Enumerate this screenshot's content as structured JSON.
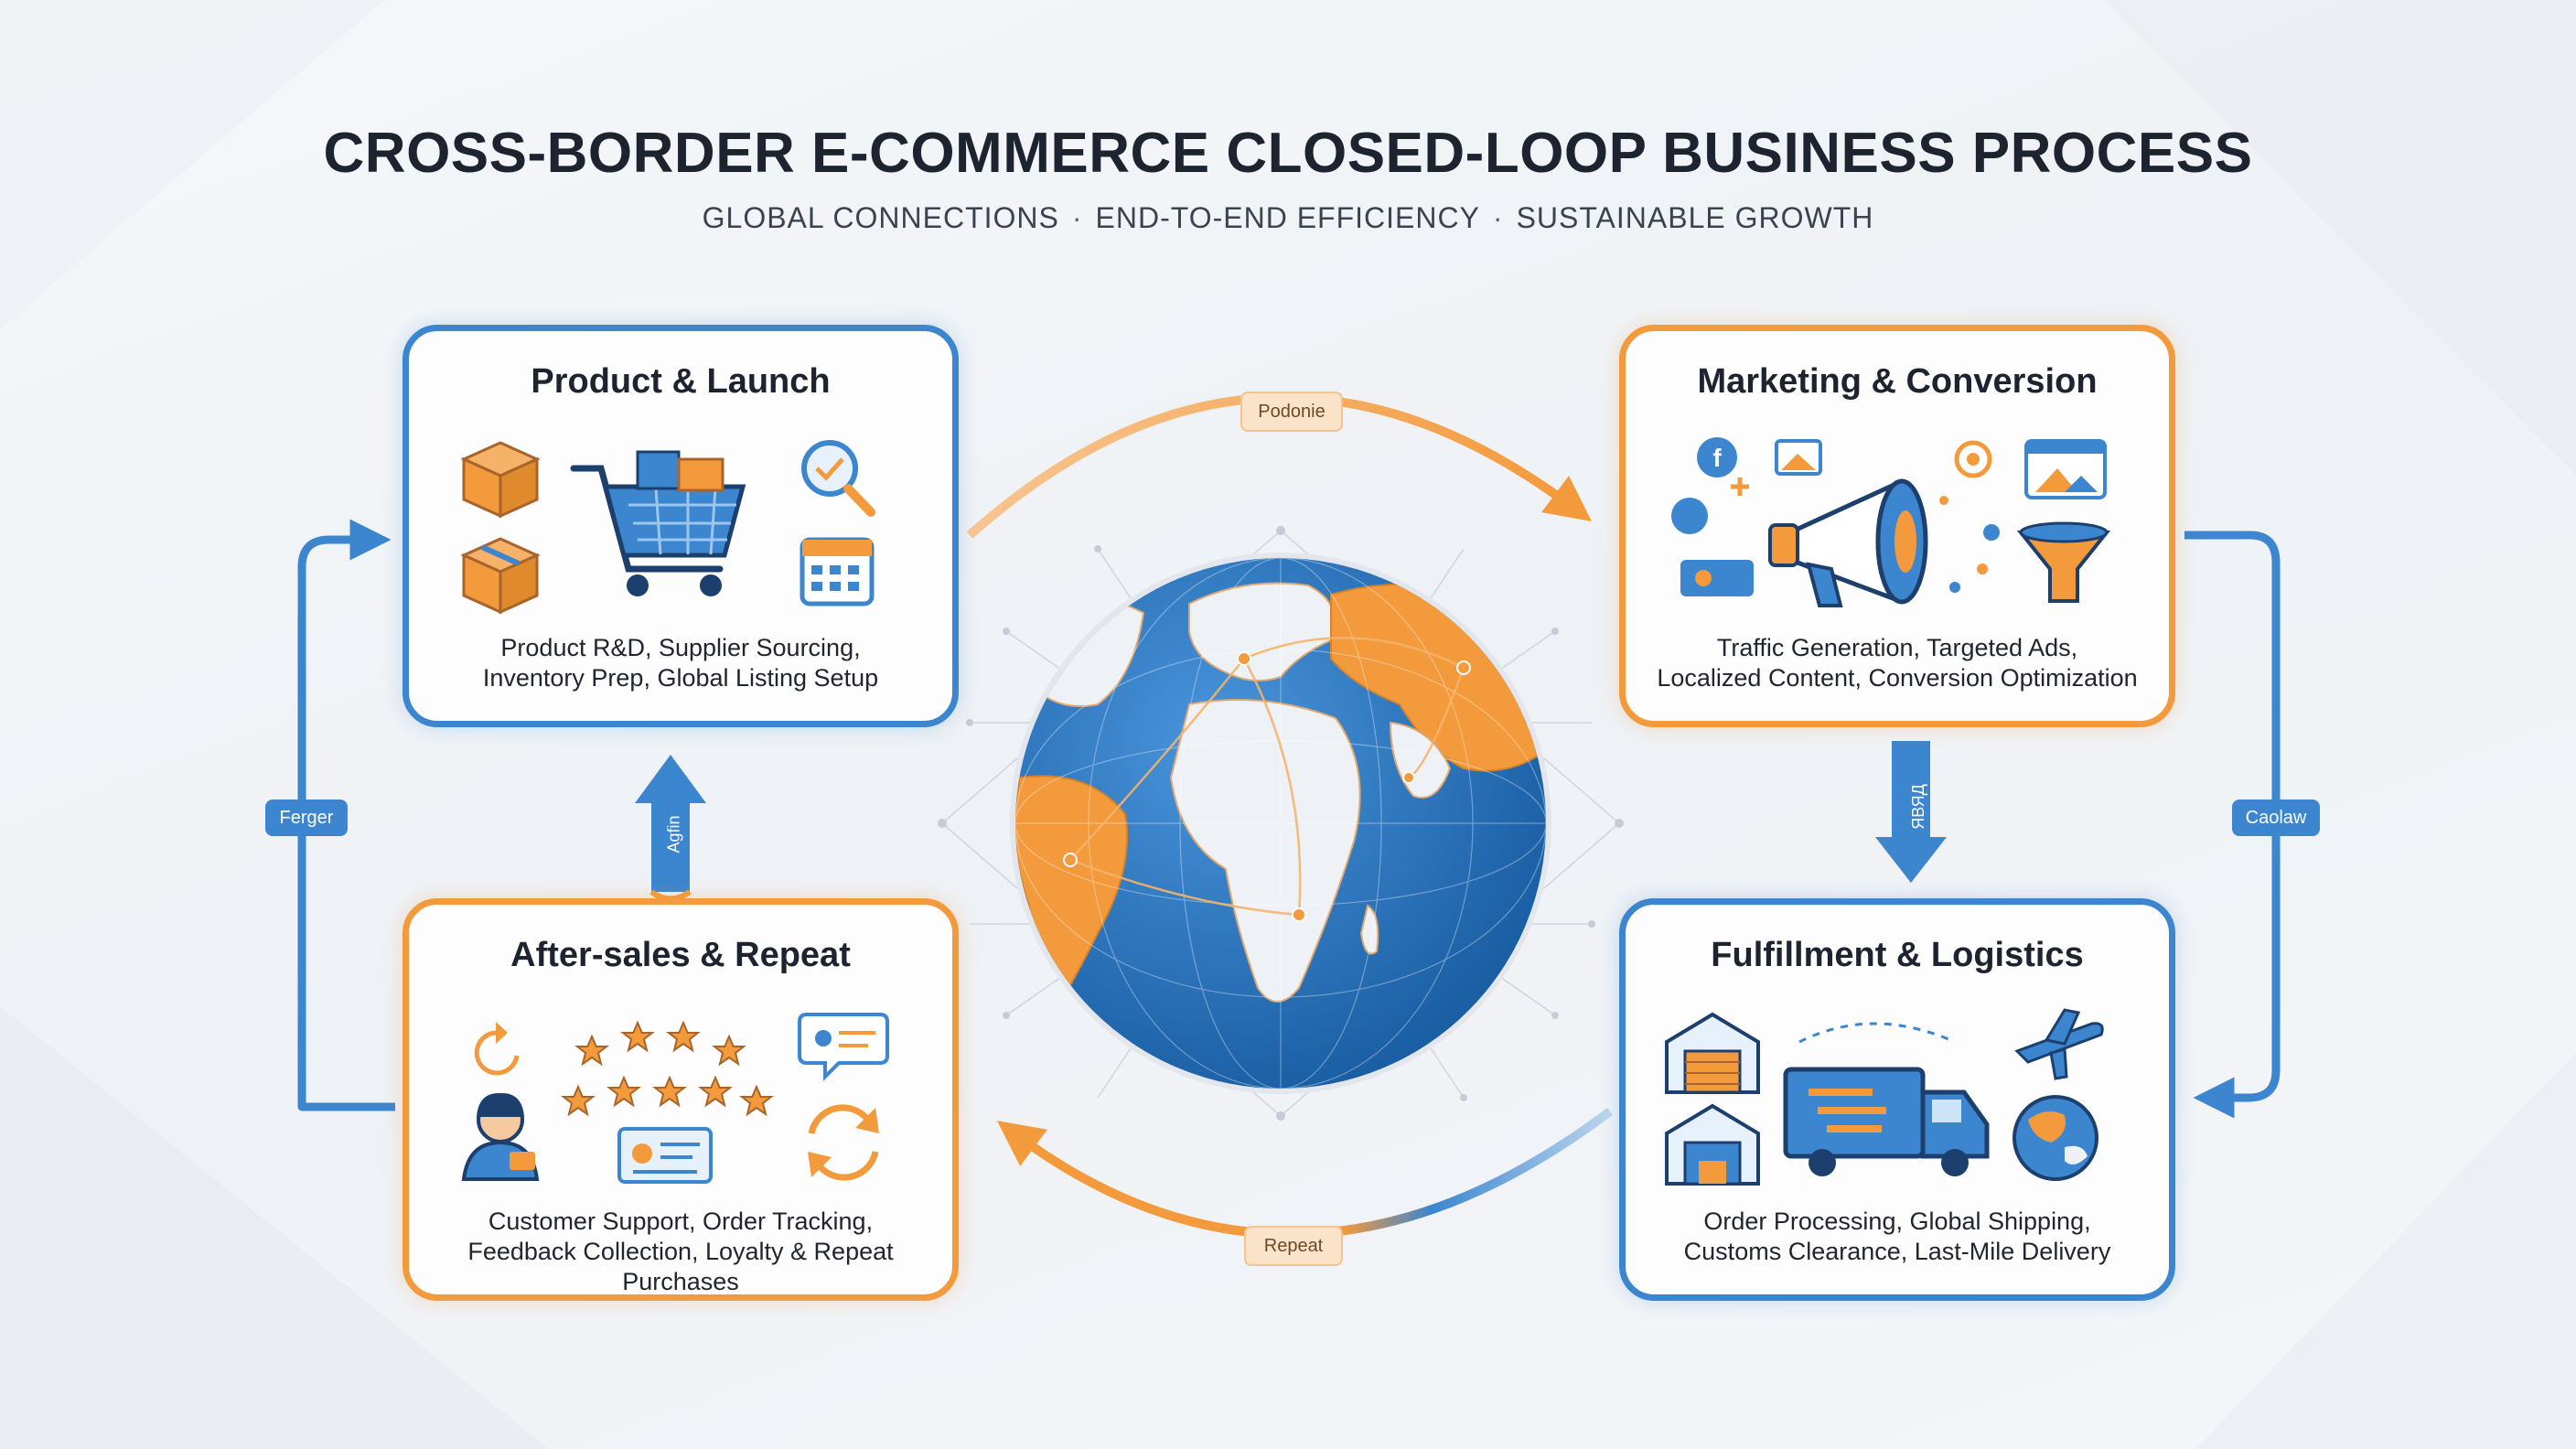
{
  "title": "CROSS-BORDER E-COMMERCE CLOSED-LOOP BUSINESS PROCESS",
  "subtitle": {
    "part1": "GLOBAL CONNECTIONS",
    "part2": "END-TO-END EFFICIENCY",
    "part3": "SUSTAINABLE GROWTH",
    "separator": "·"
  },
  "colors": {
    "blue": "#3b86cf",
    "orange": "#f39a3c",
    "ocean": "#1f6fb8",
    "land_light": "#eef1f5",
    "land_orange": "#f39a3c"
  },
  "cards": {
    "product": {
      "title": "Product & Launch",
      "desc_line1": "Product R&D, Supplier Sourcing,",
      "desc_line2": "Inventory Prep, Global Listing Setup",
      "icons": [
        "box-icon",
        "cart-icon",
        "magnifier-icon",
        "calendar-icon"
      ]
    },
    "marketing": {
      "title": "Marketing & Conversion",
      "desc_line1": "Traffic Generation, Targeted Ads,",
      "desc_line2": "Localized Content, Conversion Optimization",
      "icons": [
        "social-icon",
        "megaphone-icon",
        "browser-icon",
        "funnel-icon"
      ]
    },
    "fulfillment": {
      "title": "Fulfillment & Logistics",
      "desc_line1": "Order Processing, Global Shipping,",
      "desc_line2": "Customs Clearance, Last-Mile Delivery",
      "icons": [
        "warehouse-icon",
        "truck-icon",
        "airplane-icon",
        "globe-icon"
      ]
    },
    "aftersales": {
      "title": "After-sales & Repeat",
      "desc_line1": "Customer Support, Order Tracking,",
      "desc_line2": "Feedback Collection, Loyalty & Repeat Purchases",
      "icons": [
        "support-agent-icon",
        "stars-icon",
        "chat-icon",
        "refresh-icon"
      ]
    }
  },
  "connectors": {
    "top_arc": "Podonie",
    "bottom_arc": "Repeat",
    "left_loop": "Ferger",
    "right_loop": "Caolaw",
    "down_arrow": "ЯВЯД",
    "up_arrow": "Agfin"
  }
}
